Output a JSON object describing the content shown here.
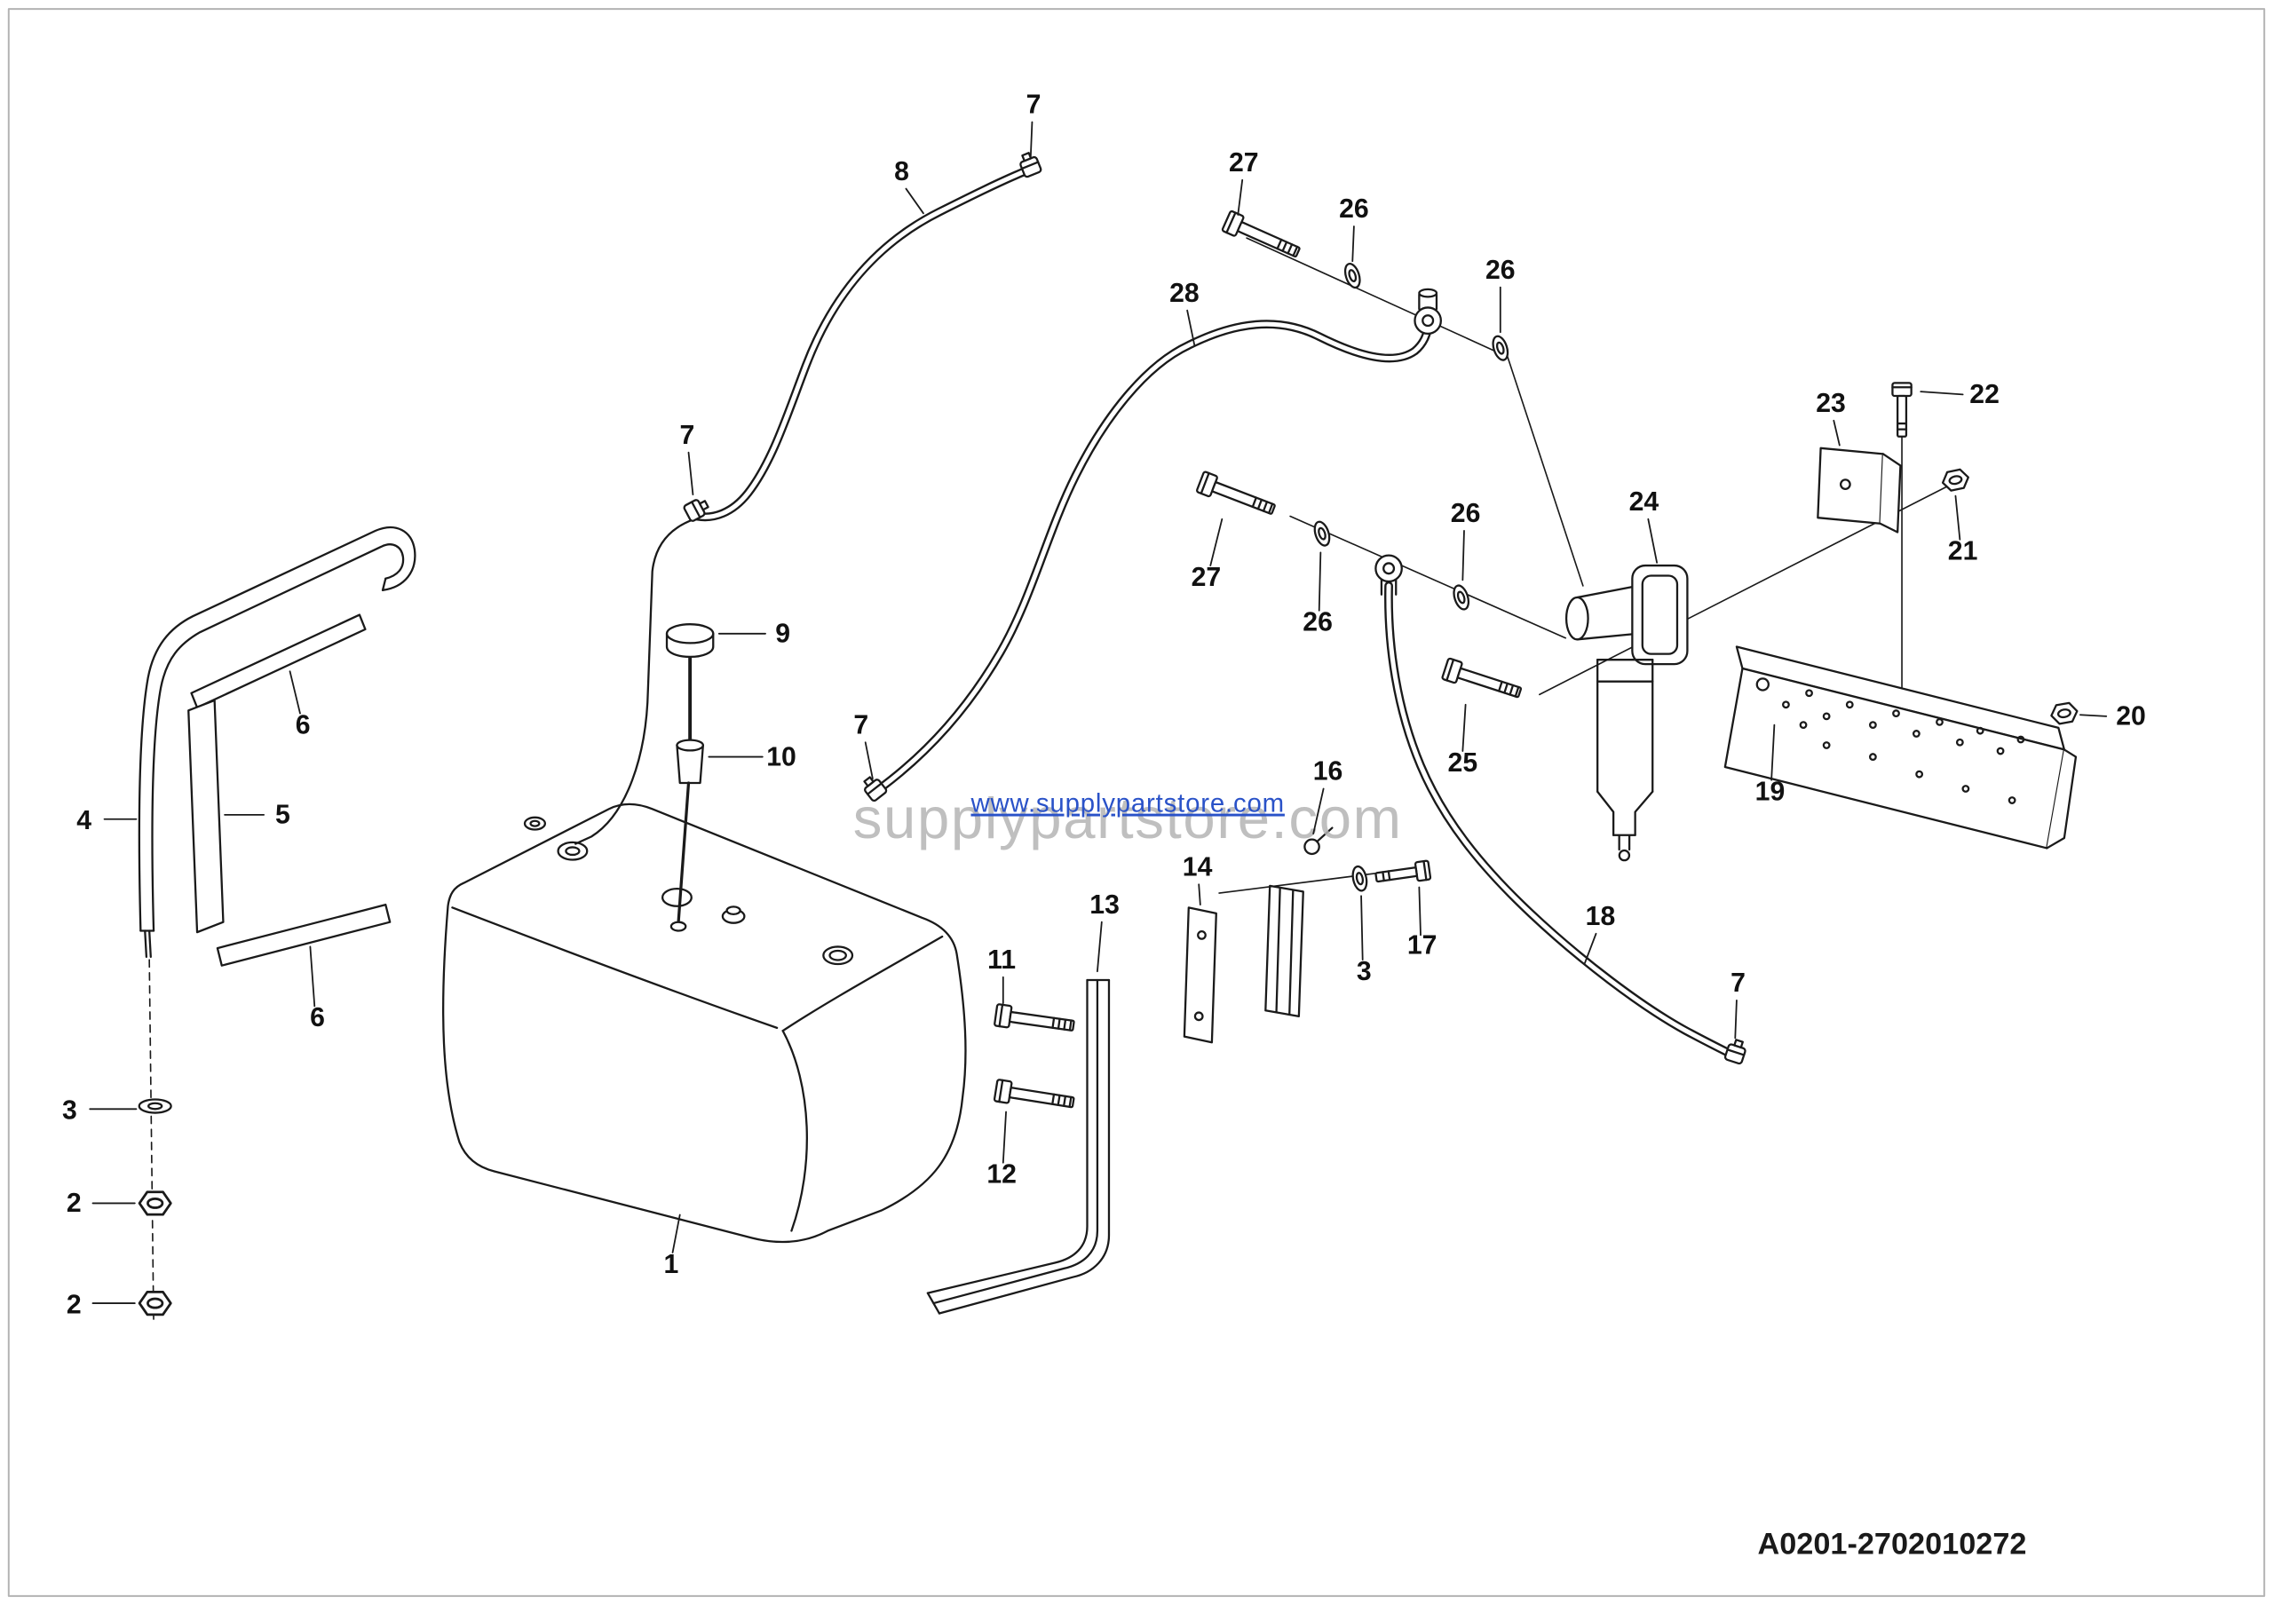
{
  "page": {
    "background_color": "#ffffff",
    "border_color": "#b3b3b3"
  },
  "diagram": {
    "drawing_number": "A0201-2702010272",
    "line_color": "#1a1a1a",
    "watermark": {
      "text": "supplypartstore.com",
      "url_text": "www.supplypartstore.com",
      "text_color": "#b5b5b5",
      "url_color": "#2a52c8"
    },
    "callouts": [
      {
        "label": "7"
      },
      {
        "label": "8"
      },
      {
        "label": "27"
      },
      {
        "label": "26"
      },
      {
        "label": "26"
      },
      {
        "label": "28"
      },
      {
        "label": "23"
      },
      {
        "label": "22"
      },
      {
        "label": "7"
      },
      {
        "label": "24"
      },
      {
        "label": "21"
      },
      {
        "label": "26"
      },
      {
        "label": "27"
      },
      {
        "label": "9"
      },
      {
        "label": "26"
      },
      {
        "label": "10"
      },
      {
        "label": "7"
      },
      {
        "label": "25"
      },
      {
        "label": "20"
      },
      {
        "label": "19"
      },
      {
        "label": "16"
      },
      {
        "label": "14"
      },
      {
        "label": "13"
      },
      {
        "label": "11"
      },
      {
        "label": "3"
      },
      {
        "label": "17"
      },
      {
        "label": "18"
      },
      {
        "label": "7"
      },
      {
        "label": "4"
      },
      {
        "label": "5"
      },
      {
        "label": "6"
      },
      {
        "label": "6"
      },
      {
        "label": "3"
      },
      {
        "label": "2"
      },
      {
        "label": "2"
      },
      {
        "label": "12"
      },
      {
        "label": "1"
      }
    ]
  }
}
